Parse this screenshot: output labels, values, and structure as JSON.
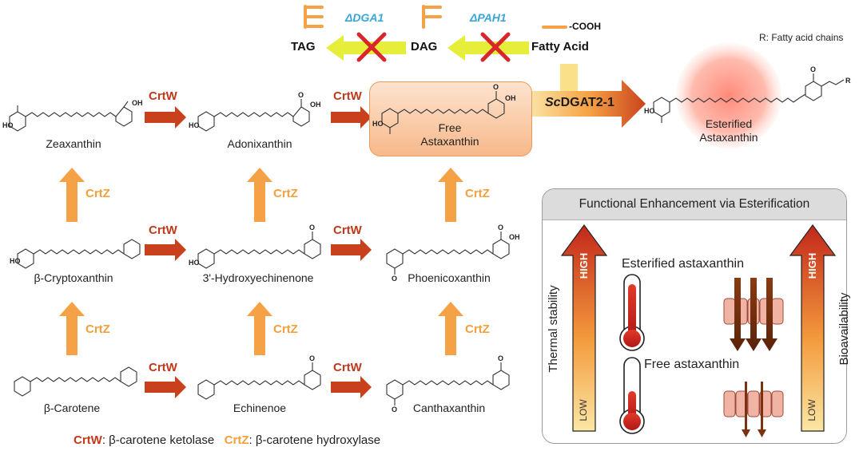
{
  "compounds": {
    "zeaxanthin": "Zeaxanthin",
    "adonixanthin": "Adonixanthin",
    "free_astaxanthin": "Free\nAstaxanthin",
    "b_cryptoxanthin": "β-Cryptoxanthin",
    "hydroxyechinenone": "3'-Hydroxyechinenone",
    "phoenicoxanthin": "Phoenicoxanthin",
    "b_carotene": "β-Carotene",
    "echinenoe": "Echinenoe",
    "canthaxanthin": "Canthaxanthin",
    "esterified_astaxanthin": "Esterified\nAstaxanthin"
  },
  "enzymes": {
    "crtw": "CrtW",
    "crtz": "CrtZ",
    "dgat_italic": "Sc",
    "dgat_rest": "DGAT2-1"
  },
  "lipids": {
    "tag": "TAG",
    "dag": "DAG",
    "fatty_acid": "Fatty Acid",
    "cooh": "-COOH",
    "ko_dga1": "ΔDGA1",
    "ko_pah1": "ΔPAH1",
    "r_note": "R: Fatty acid chains"
  },
  "structure_labels": {
    "oh": "OH",
    "ho": "HO",
    "o": "O",
    "r": "R"
  },
  "panel": {
    "title": "Functional Enhancement via Esterification",
    "thermal_stability": "Thermal stability",
    "bioavailability": "Bioavailability",
    "high": "HIGH",
    "low": "LOW",
    "esterified": "Esterified astaxanthin",
    "free": "Free astaxanthin"
  },
  "legend": {
    "crtw": "CrtW",
    "crtw_desc": ": β-carotene ketolase",
    "crtz": "CrtZ",
    "crtz_desc": ": β-carotene hydroxylase"
  },
  "colors": {
    "crtw": "#c0391b",
    "crtz": "#f3a03a",
    "knockout_x": "#d8262b",
    "lipid_arrow": "#e8ef3a",
    "ko_text": "#3aa6d8"
  }
}
